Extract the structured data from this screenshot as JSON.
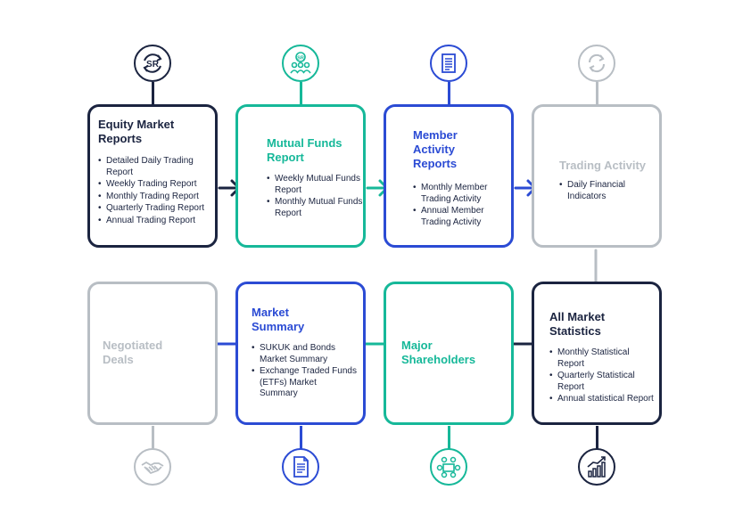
{
  "colors": {
    "navy": "#1b2440",
    "teal": "#16b899",
    "blue": "#2b4bd4",
    "gray": "#b8bec4"
  },
  "cards": [
    {
      "id": "equity",
      "color": "navy",
      "title": "Equity Market Reports",
      "items": [
        "Detailed Daily Trading Report",
        "Weekly Trading Report",
        "Monthly Trading Report",
        "Quarterly Trading Report",
        "Annual Trading Report"
      ],
      "icon": "sr-cycle-icon"
    },
    {
      "id": "mutual",
      "color": "teal",
      "title": "Mutual Funds Report",
      "items": [
        "Weekly Mutual Funds Report",
        "Monthly Mutual Funds Report"
      ],
      "icon": "people-sr-icon"
    },
    {
      "id": "member",
      "color": "blue",
      "title": "Member Activity Reports",
      "items": [
        "Monthly Member Trading Activity",
        "Annual Member Trading Activity"
      ],
      "icon": "document-icon"
    },
    {
      "id": "trading",
      "color": "gray",
      "title": "Trading Activity",
      "items": [
        "Daily Financial Indicators"
      ],
      "icon": "refresh-icon"
    },
    {
      "id": "allmarket",
      "color": "navy",
      "title": "All Market Statistics",
      "items": [
        "Monthly Statistical Report",
        "Quarterly Statistical Report",
        "Annual statistical Report"
      ],
      "icon": "bar-chart-growth-icon"
    },
    {
      "id": "major",
      "color": "teal",
      "title": "Major Shareholders",
      "items": [],
      "icon": "meeting-icon"
    },
    {
      "id": "summary",
      "color": "blue",
      "title": "Market Summary",
      "items": [
        "SUKUK and Bonds Market Summary",
        "Exchange Traded Funds (ETFs) Market Summary"
      ],
      "icon": "report-icon"
    },
    {
      "id": "negotiated",
      "color": "gray",
      "title": "Negotiated Deals",
      "items": [],
      "icon": "handshake-icon"
    }
  ]
}
